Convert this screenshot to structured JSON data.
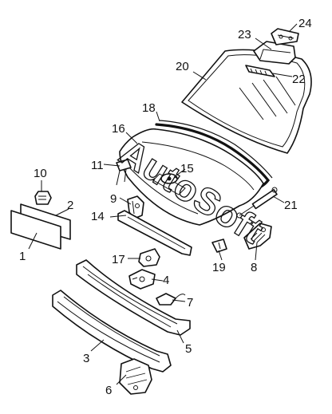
{
  "watermark": "AutoSoft",
  "callouts": {
    "c1": "1",
    "c2": "2",
    "c3": "3",
    "c4": "4",
    "c5": "5",
    "c6": "6",
    "c7": "7",
    "c8": "8",
    "c9": "9",
    "c10": "10",
    "c11": "11",
    "c14": "14",
    "c15": "15",
    "c16": "16",
    "c17": "17",
    "c18": "18",
    "c19": "19",
    "c20": "20",
    "c21": "21",
    "c22": "22",
    "c23": "23",
    "c24": "24"
  }
}
